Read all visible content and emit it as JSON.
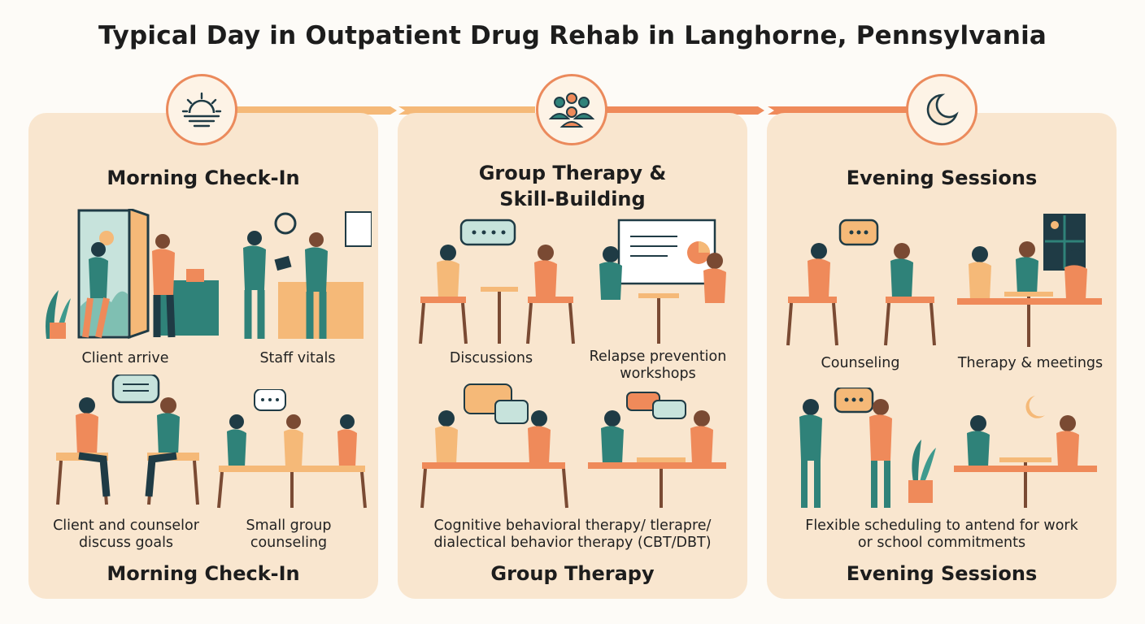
{
  "title": "Typical Day in Outpatient Drug Rehab in Langhorne, Pennsylvania",
  "colors": {
    "panel": "#f9e6cf",
    "teal": "#2f8279",
    "orange": "#ef8a5a",
    "peach": "#f5b978",
    "dark": "#1f3b45",
    "accent": "#eb8a5c"
  },
  "panels": [
    {
      "icon": "sunrise-icon",
      "heading": "Morning Check-In",
      "footer": "Morning Check-In",
      "captions": [
        "Client arrive",
        "Staff vitals",
        "Client and counselor discuss goals",
        "Small group counseling"
      ]
    },
    {
      "icon": "group-people-icon",
      "heading": "Group Therapy & Skill-Building",
      "footer": "Group Therapy",
      "captions": [
        "Discussions",
        "Relapse prevention workshops",
        "Cognitive behavioral therapy/ tlerapre/ dialectical behavior therapy (CBT/DBT)"
      ]
    },
    {
      "icon": "crescent-moon-icon",
      "heading": "Evening Sessions",
      "footer": "Evening Sessions",
      "captions": [
        "Counseling",
        "Therapy & meetings",
        "Flexible scheduling to antend for work or school commitments"
      ]
    }
  ]
}
